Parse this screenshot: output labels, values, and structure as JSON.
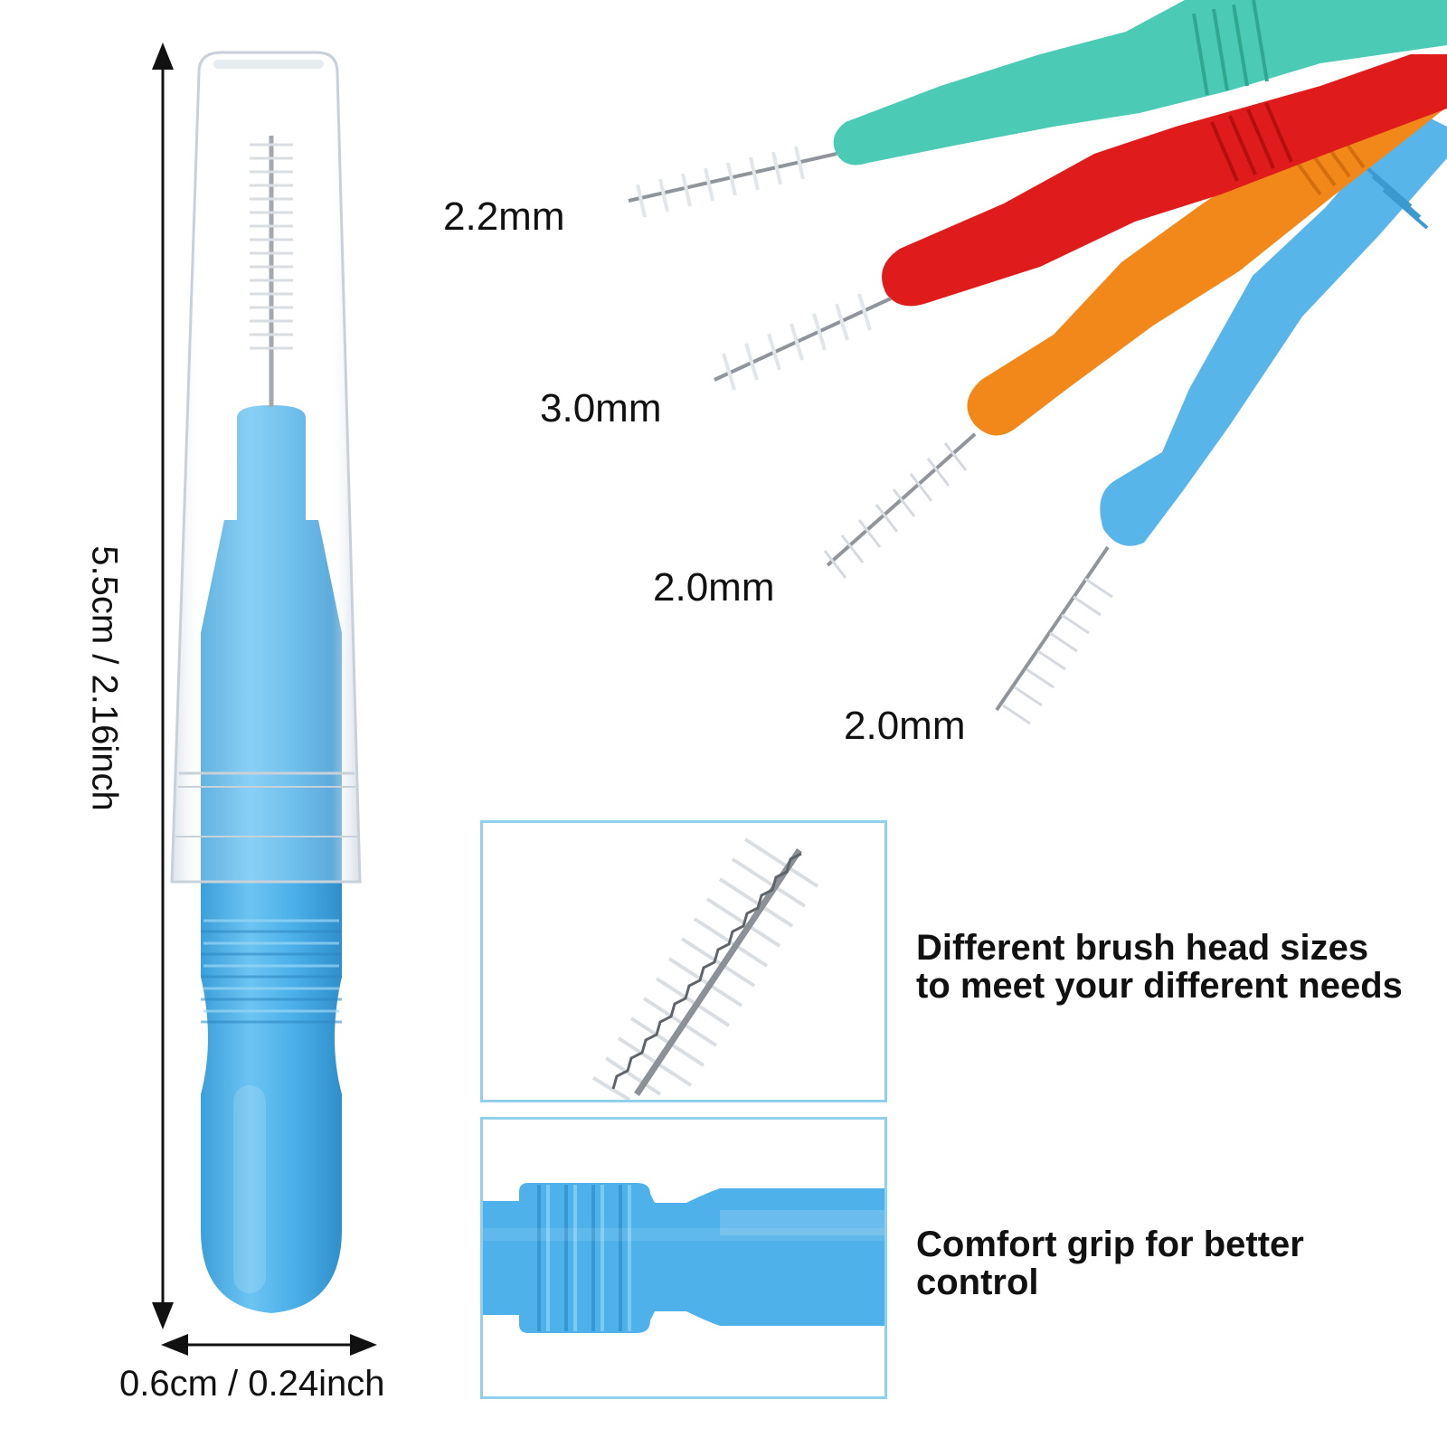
{
  "product": {
    "height_label": "5.5cm / 2.16inch",
    "width_label": "0.6cm / 0.24inch"
  },
  "sizes": [
    {
      "label": "2.2mm",
      "color": "#49cdb8"
    },
    {
      "label": "3.0mm",
      "color": "#e21d1d"
    },
    {
      "label": "2.0mm",
      "color": "#f28a1c"
    },
    {
      "label": "2.0mm",
      "color": "#5ab7ec"
    }
  ],
  "features": [
    {
      "text": "Different brush head sizes\nto meet your different needs"
    },
    {
      "text": "Comfort grip for better\ncontrol"
    }
  ],
  "colors": {
    "blue_body": "#4fb1ea",
    "frame": "#8fd0ea",
    "cap": "#e9eef4"
  }
}
